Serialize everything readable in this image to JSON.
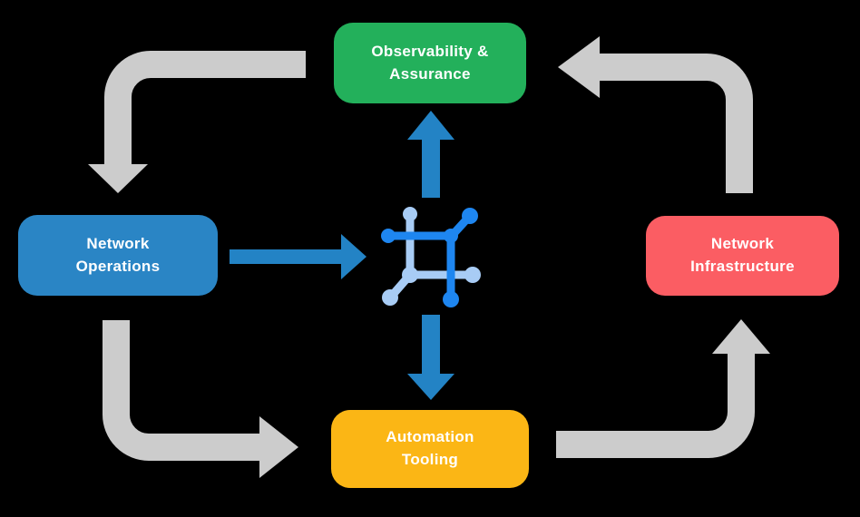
{
  "diagram": {
    "nodes": [
      {
        "id": "observability",
        "label": "Observability &\nAssurance",
        "color": "#23B05B"
      },
      {
        "id": "operations",
        "label": "Network\nOperations",
        "color": "#2A85C5"
      },
      {
        "id": "infrastructure",
        "label": "Network\nInfrastructure",
        "color": "#FB5D63"
      },
      {
        "id": "automation",
        "label": "Automation\nTooling",
        "color": "#FBB615"
      }
    ],
    "center_icon": "network-mesh-icon",
    "flows": [
      {
        "from": "observability",
        "to": "operations",
        "style": "gray-cycle"
      },
      {
        "from": "operations",
        "to": "automation",
        "style": "gray-cycle"
      },
      {
        "from": "automation",
        "to": "infrastructure",
        "style": "gray-cycle"
      },
      {
        "from": "infrastructure",
        "to": "observability",
        "style": "gray-cycle"
      },
      {
        "from": "operations",
        "to": "center-icon",
        "style": "blue"
      },
      {
        "from": "center-icon",
        "to": "observability",
        "style": "blue"
      },
      {
        "from": "center-icon",
        "to": "automation",
        "style": "blue"
      }
    ],
    "colors": {
      "background": "#000000",
      "cycle_arrow": "#CCCCCC",
      "data_arrow": "#2383C5",
      "icon_primary": "#1E86F0",
      "icon_secondary": "#A8CCF5",
      "node_text": "#FFFFFF"
    }
  }
}
